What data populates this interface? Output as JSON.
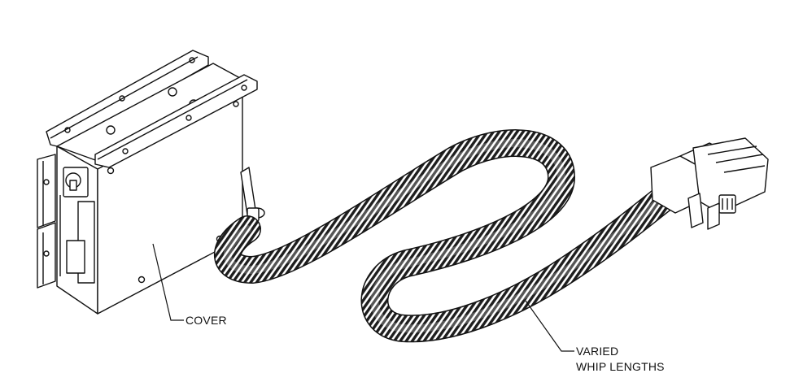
{
  "callouts": {
    "cover": "COVER",
    "whip_line1": "VARIED",
    "whip_line2": "WHIP LENGTHS"
  },
  "colors": {
    "line": "#111111",
    "fill": "#ffffff",
    "hose": "#222222"
  }
}
